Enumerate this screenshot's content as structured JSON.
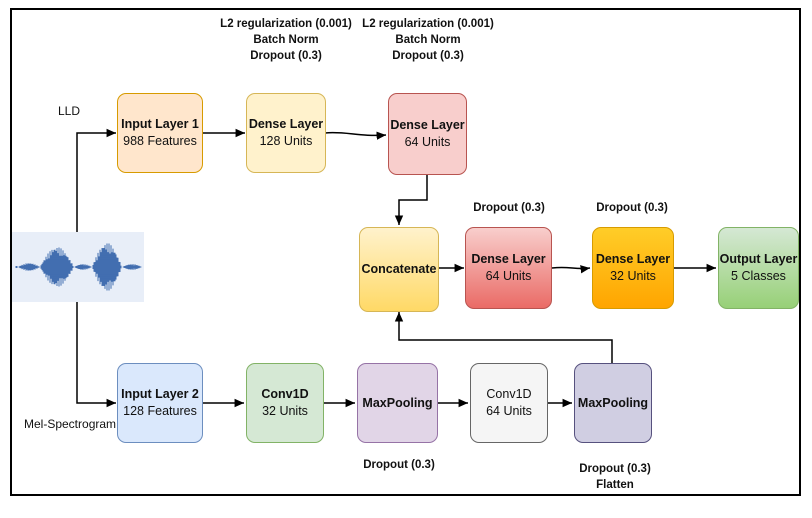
{
  "inputs": {
    "lld": "LLD",
    "mel": "Mel-Spectrogram"
  },
  "nodes": {
    "input1": {
      "title": "Input Layer 1",
      "sub": "988 Features"
    },
    "dense128": {
      "title": "Dense Layer",
      "sub": "128 Units"
    },
    "dense64a": {
      "title": "Dense Layer",
      "sub": "64 Units"
    },
    "concat": {
      "title": "Concatenate"
    },
    "dense64b": {
      "title": "Dense Layer",
      "sub": "64 Units"
    },
    "dense32": {
      "title": "Dense Layer",
      "sub": "32 Units"
    },
    "output": {
      "title": "Output Layer",
      "sub": "5 Classes"
    },
    "input2": {
      "title": "Input Layer 2",
      "sub": "128 Features"
    },
    "conv1": {
      "title": "Conv1D",
      "sub": "32 Units"
    },
    "pool1": {
      "title": "MaxPooling"
    },
    "conv2": {
      "title": "Conv1D",
      "sub": "64 Units"
    },
    "pool2": {
      "title": "MaxPooling"
    }
  },
  "annotations": {
    "dense128": [
      "L2 regularization (0.001)",
      "Batch Norm",
      "Dropout (0.3)"
    ],
    "dense64a": [
      "L2 regularization (0.001)",
      "Batch Norm",
      "Dropout (0.3)"
    ],
    "dense64b": "Dropout (0.3)",
    "dense32": "Dropout (0.3)",
    "pool1": "Dropout (0.3)",
    "pool2": [
      "Dropout (0.3)",
      "Flatten"
    ]
  },
  "colors": {
    "line": "#000000",
    "wave": "#2f5fa8",
    "wave_bg": "#e8eef8"
  },
  "icons": {
    "waveform": "audio-waveform-icon"
  }
}
